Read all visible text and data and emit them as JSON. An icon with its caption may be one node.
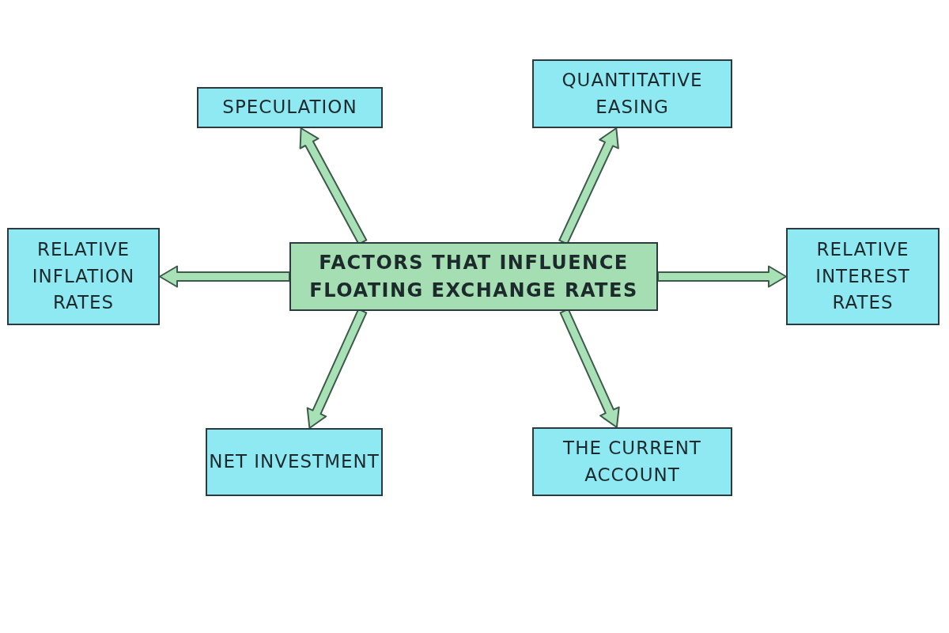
{
  "diagram": {
    "nodes": [
      {
        "text": [
          "FACTORS THAT INFLUENCE FLOATING EXCHANGE RATES"
        ]
      },
      {
        "text": [
          "SPECULATION"
        ]
      },
      {
        "text": [
          "QUANTITATIVE EASING"
        ]
      },
      {
        "text": [
          "RELATIVE INFLATION RATES"
        ]
      },
      {
        "text": [
          "RELATIVE INTEREST RATES"
        ]
      },
      {
        "text": [
          "NET INVESTMENT"
        ]
      },
      {
        "text": [
          "THE CURRENT ACCOUNT"
        ]
      }
    ],
    "edges": [
      {
        "from": 0,
        "to": 1,
        "arrow": "to"
      },
      {
        "from": 0,
        "to": 2,
        "arrow": "to"
      },
      {
        "from": 0,
        "to": 3,
        "arrow": "to"
      },
      {
        "from": 0,
        "to": 4,
        "arrow": "to"
      },
      {
        "from": 0,
        "to": 5,
        "arrow": "to"
      },
      {
        "from": 0,
        "to": 6,
        "arrow": "to"
      }
    ]
  }
}
